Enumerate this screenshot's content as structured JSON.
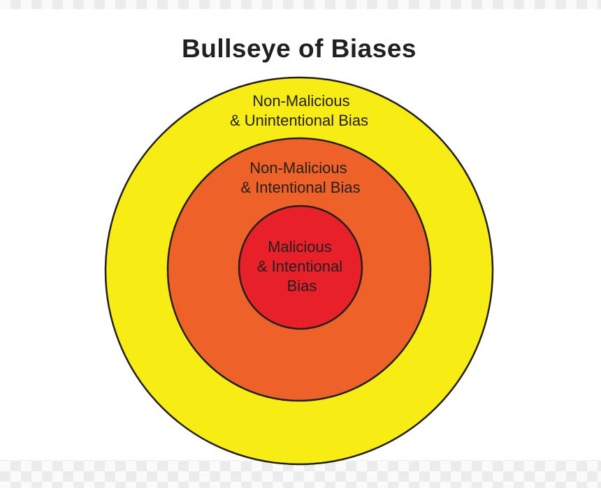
{
  "title": "Bullseye of Biases",
  "colors": {
    "background": "#ffffff",
    "outline": "#231f20",
    "text": "#231f20"
  },
  "rings": [
    {
      "name": "non-malicious-unintentional",
      "color": "#f7ec13",
      "label_lines": [
        "Non-Malicious",
        "& Unintentional Bias"
      ]
    },
    {
      "name": "non-malicious-intentional",
      "color": "#ee6229",
      "label_lines": [
        "Non-Malicious",
        "& Intentional Bias"
      ]
    },
    {
      "name": "malicious-intentional",
      "color": "#e8202a",
      "label_lines": [
        "Malicious",
        "& Intentional",
        "Bias"
      ]
    }
  ]
}
